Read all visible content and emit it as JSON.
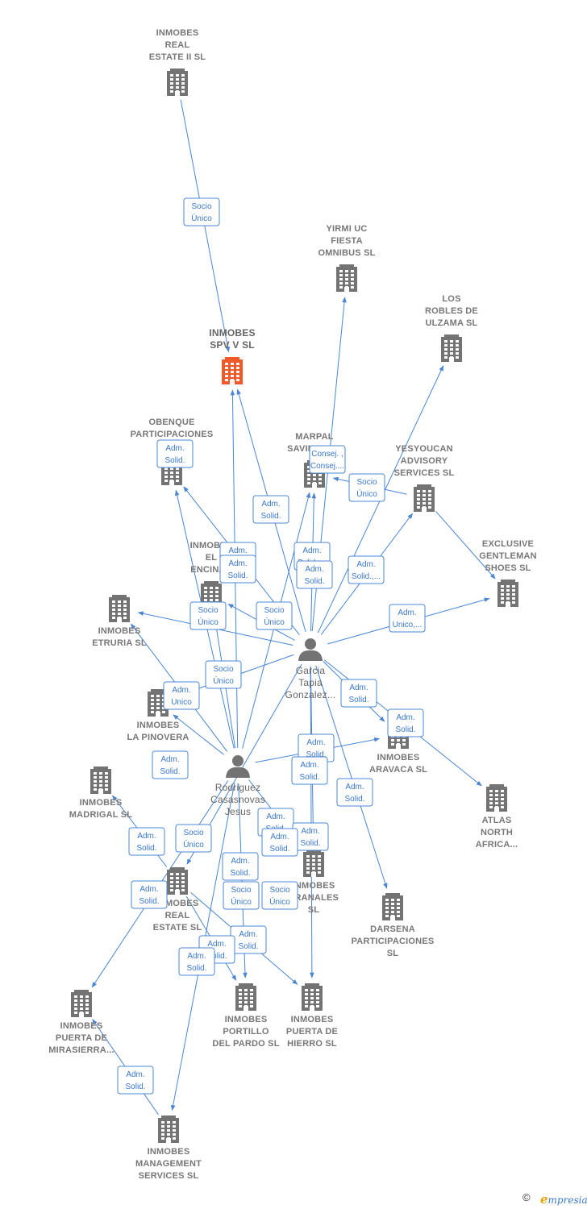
{
  "colors": {
    "edge": "#4a86d4",
    "company": "#737373",
    "focus_company": "#f05a2a",
    "person": "#737373"
  },
  "nodes": [
    {
      "id": "inmobes-real-estate-ii",
      "type": "company",
      "label": [
        "INMOBES",
        "REAL",
        "ESTATE II  SL"
      ]
    },
    {
      "id": "yirmi-uc",
      "type": "company",
      "label": [
        "YIRMI UC",
        "FIESTA",
        "OMNIBUS  SL"
      ]
    },
    {
      "id": "los-robles",
      "type": "company",
      "label": [
        "LOS",
        "ROBLES DE",
        "ULZAMA  SL"
      ]
    },
    {
      "id": "inmobes-spv-v",
      "type": "company",
      "focus": true,
      "label": [
        "INMOBES",
        "SPV V  SL"
      ]
    },
    {
      "id": "obenque",
      "type": "company",
      "label": [
        "OBENQUE",
        "PARTICIPACIONES",
        "SL"
      ]
    },
    {
      "id": "marpal",
      "type": "company",
      "label": [
        "MARPAL",
        "SAVINGS  SL"
      ]
    },
    {
      "id": "yesyoucan",
      "type": "company",
      "label": [
        "YESYOUCAN",
        "ADVISORY",
        "SERVICES SL"
      ]
    },
    {
      "id": "exclusive-gentleman",
      "type": "company",
      "label": [
        "EXCLUSIVE",
        "GENTLEMAN",
        "SHOES  SL"
      ]
    },
    {
      "id": "inmobes-el-encinar",
      "type": "company",
      "label": [
        "INMOBES",
        "EL",
        "ENCINAR"
      ]
    },
    {
      "id": "inmobes-etruria",
      "type": "company",
      "label": [
        "INMOBES",
        "ETRURIA  SL"
      ]
    },
    {
      "id": "garcia-tapia",
      "type": "person",
      "label": [
        "Garcia",
        "Tapia",
        "Gonzalez..."
      ]
    },
    {
      "id": "inmobes-la-pinovera",
      "type": "company",
      "label": [
        "INMOBES",
        "LA PINOVERA"
      ]
    },
    {
      "id": "inmobes-aravaca",
      "type": "company",
      "label": [
        "INMOBES",
        "ARAVACA  SL"
      ]
    },
    {
      "id": "atlas-north-africa",
      "type": "company",
      "label": [
        "ATLAS",
        "NORTH",
        "AFRICA..."
      ]
    },
    {
      "id": "inmobes-madrigal",
      "type": "company",
      "label": [
        "INMOBES",
        "MADRIGAL  SL"
      ]
    },
    {
      "id": "rodriguez-casasnovas",
      "type": "person",
      "label": [
        "Rodriguez",
        "Casasnovas",
        "Jesus"
      ]
    },
    {
      "id": "inmobes-real-estate",
      "type": "company",
      "label": [
        "INMOBES",
        "REAL",
        "ESTATE  SL"
      ]
    },
    {
      "id": "inmobes-pranales",
      "type": "company",
      "label": [
        "INMOBES",
        "PRANALES",
        "SL"
      ]
    },
    {
      "id": "darsena",
      "type": "company",
      "label": [
        "DARSENA",
        "PARTICIPACIONES",
        "SL"
      ]
    },
    {
      "id": "inmobes-portillo",
      "type": "company",
      "label": [
        "INMOBES",
        "PORTILLO",
        "DEL PARDO  SL"
      ]
    },
    {
      "id": "inmobes-puerta-hierro",
      "type": "company",
      "label": [
        "INMOBES",
        "PUERTA DE",
        "HIERRO  SL"
      ]
    },
    {
      "id": "inmobes-puerta-mirasierra",
      "type": "company",
      "label": [
        "INMOBES",
        "PUERTA DE",
        "MIRASIERRA..."
      ]
    },
    {
      "id": "inmobes-management",
      "type": "company",
      "label": [
        "INMOBES",
        "MANAGEMENT",
        "SERVICES  SL"
      ]
    }
  ],
  "edges": [
    {
      "from": "inmobes-real-estate-ii",
      "to": "inmobes-spv-v",
      "label": [
        "Socio",
        "Único"
      ]
    },
    {
      "from": "garcia-tapia",
      "to": "yirmi-uc",
      "label": [
        "Adm.",
        "Solid.,..."
      ]
    },
    {
      "from": "garcia-tapia",
      "to": "los-robles",
      "label": [
        "Socio",
        "Único"
      ]
    },
    {
      "from": "garcia-tapia",
      "to": "inmobes-spv-v",
      "label": [
        "Adm.",
        "Solid."
      ]
    },
    {
      "from": "rodriguez-casasnovas",
      "to": "inmobes-spv-v",
      "label": [
        "Adm.",
        "Solid."
      ]
    },
    {
      "from": "garcia-tapia",
      "to": "obenque",
      "label": [
        "Adm.",
        "Solid."
      ]
    },
    {
      "from": "rodriguez-casasnovas",
      "to": "obenque",
      "label": [
        "Adm.",
        "Solid."
      ]
    },
    {
      "from": "garcia-tapia",
      "to": "marpal",
      "label": [
        "Consej. ,",
        "Consej...."
      ]
    },
    {
      "from": "rodriguez-casasnovas",
      "to": "marpal",
      "label": [
        "Adm.",
        "Solid.,..."
      ]
    },
    {
      "from": "garcia-tapia",
      "to": "yesyoucan",
      "label": [
        "Adm.",
        "Unico,..."
      ]
    },
    {
      "from": "yesyoucan",
      "to": "marpal",
      "label": [
        "Socio",
        "Único"
      ]
    },
    {
      "from": "yesyoucan",
      "to": "exclusive-gentleman",
      "label": [
        "Socio",
        "Único"
      ]
    },
    {
      "from": "garcia-tapia",
      "to": "exclusive-gentleman",
      "label": [
        "Adm.",
        "Unico"
      ]
    },
    {
      "from": "garcia-tapia",
      "to": "inmobes-etruria",
      "label": [
        "Adm.",
        "Solid."
      ]
    },
    {
      "from": "rodriguez-casasnovas",
      "to": "inmobes-etruria",
      "label": [
        "Adm.",
        "Solid."
      ]
    },
    {
      "from": "garcia-tapia",
      "to": "inmobes-la-pinovera",
      "label": [
        "Adm.",
        "Solid."
      ]
    },
    {
      "from": "rodriguez-casasnovas",
      "to": "inmobes-la-pinovera",
      "label": [
        "Adm.",
        "Solid."
      ]
    },
    {
      "from": "garcia-tapia",
      "to": "inmobes-aravaca",
      "label": [
        "Adm.",
        "Solid."
      ]
    },
    {
      "from": "rodriguez-casasnovas",
      "to": "inmobes-aravaca",
      "label": [
        "Adm.",
        "Solid."
      ]
    },
    {
      "from": "garcia-tapia",
      "to": "atlas-north-africa",
      "label": [
        "Adm.",
        "Solid."
      ]
    },
    {
      "from": "garcia-tapia",
      "to": "darsena",
      "label": [
        "Adm.",
        "Solid."
      ]
    },
    {
      "from": "garcia-tapia",
      "to": "inmobes-pranales",
      "label": [
        "Adm.",
        "Solid."
      ]
    },
    {
      "from": "rodriguez-casasnovas",
      "to": "inmobes-pranales",
      "label": [
        "Adm.",
        "Solid."
      ]
    },
    {
      "from": "inmobes-real-estate",
      "to": "inmobes-madrigal",
      "label": [
        "Socio",
        "Único"
      ]
    },
    {
      "from": "garcia-tapia",
      "to": "inmobes-real-estate",
      "label": [
        "Adm.",
        "Solid."
      ]
    },
    {
      "from": "rodriguez-casasnovas",
      "to": "inmobes-puerta-mirasierra",
      "label": [
        "Adm.",
        "Solid."
      ]
    },
    {
      "from": "inmobes-real-estate",
      "to": "inmobes-portillo",
      "label": [
        "Socio",
        "Único"
      ]
    },
    {
      "from": "inmobes-real-estate",
      "to": "inmobes-puerta-hierro",
      "label": [
        "Socio",
        "Único"
      ]
    },
    {
      "from": "rodriguez-casasnovas",
      "to": "inmobes-portillo",
      "label": [
        "Adm.",
        "Solid."
      ]
    },
    {
      "from": "garcia-tapia",
      "to": "inmobes-puerta-hierro",
      "label": [
        "Adm.",
        "Solid."
      ]
    },
    {
      "from": "rodriguez-casasnovas",
      "to": "inmobes-management",
      "label": [
        "Adm.",
        "Solid."
      ]
    },
    {
      "from": "inmobes-management",
      "to": "inmobes-puerta-mirasierra",
      "label": [
        "Socio",
        "Único"
      ]
    },
    {
      "from": "rodriguez-casasnovas",
      "to": "inmobes-el-encinar",
      "label": [
        "Adm.",
        "Solid."
      ]
    },
    {
      "from": "garcia-tapia",
      "to": "inmobes-el-encinar",
      "label": [
        "Adm.",
        "Solid."
      ]
    }
  ],
  "footer": {
    "copyright": "©",
    "brand_initial": "e",
    "brand_rest": "mpresia"
  }
}
